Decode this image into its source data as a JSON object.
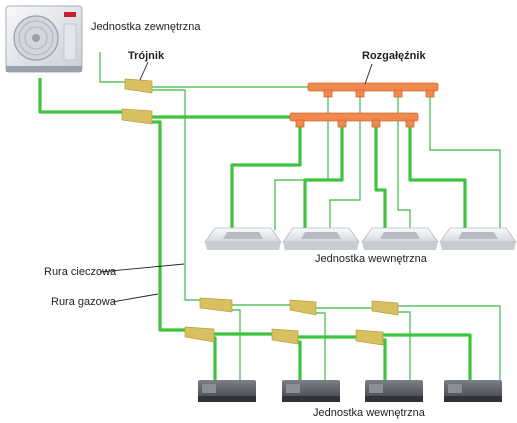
{
  "labels": {
    "outdoor_unit": "Jednostka zewnętrzna",
    "tee": "Trójnik",
    "manifold": "Rozgałęźnik",
    "indoor_units_top": "Jednostka wewnętrzna",
    "indoor_units_bottom": "Jednostka wewnętrzna",
    "liquid_pipe": "Rura cieczowa",
    "gas_pipe": "Rura gazowa"
  },
  "colors": {
    "gas_pipe": "#3cc43c",
    "liquid_pipe": "#5bc45b",
    "manifold": "#f08a50",
    "tee": "#d8c060",
    "unit_body": "#eceff3",
    "unit_grille": "#b7bcc4",
    "duct_body": "#5a5d63"
  },
  "icons": {
    "outdoor_unit": "outdoor-ac-unit-icon",
    "cassette_unit": "ceiling-cassette-icon",
    "duct_unit": "ducted-unit-icon"
  }
}
